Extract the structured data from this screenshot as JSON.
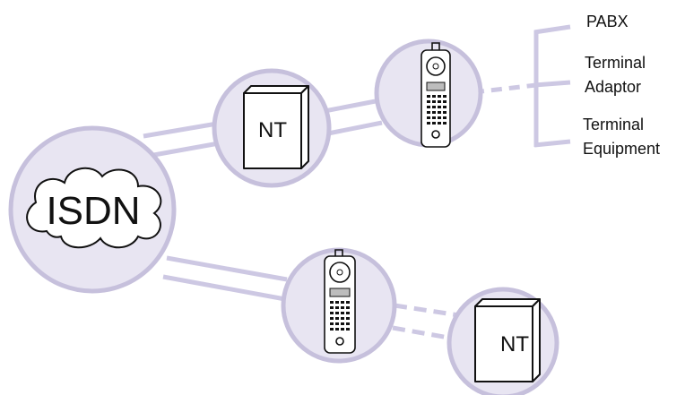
{
  "network": {
    "cloud_label": "ISDN"
  },
  "nt_upper": {
    "label": "NT"
  },
  "nt_lower": {
    "label": "NT"
  },
  "connections": {
    "pabx": "PABX",
    "terminal_adaptor_line1": "Terminal",
    "terminal_adaptor_line2": "Adaptor",
    "terminal_equipment_line1": "Terminal",
    "terminal_equipment_line2": "Equipment"
  },
  "colors": {
    "circle_fill": "#e8e5f2",
    "circle_stroke": "#c6c0dc",
    "line": "#cdc8e3",
    "ink": "#111111"
  }
}
